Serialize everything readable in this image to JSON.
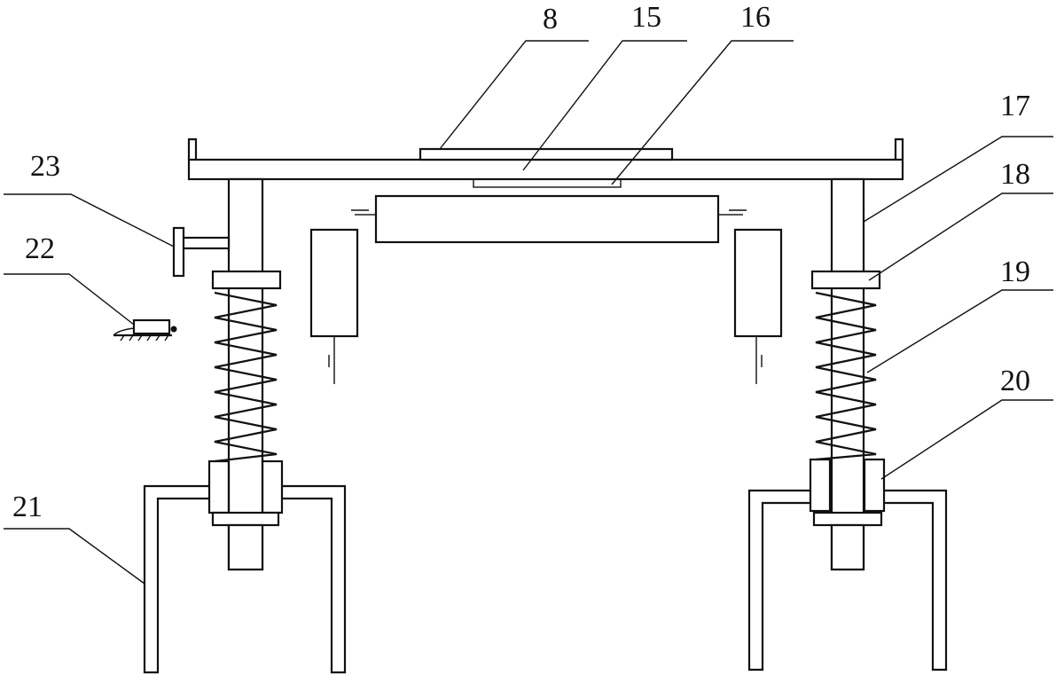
{
  "labels": {
    "l8": "8",
    "l15": "15",
    "l16": "16",
    "l17": "17",
    "l18": "18",
    "l19": "19",
    "l20": "20",
    "l21": "21",
    "l22": "22",
    "l23": "23"
  }
}
